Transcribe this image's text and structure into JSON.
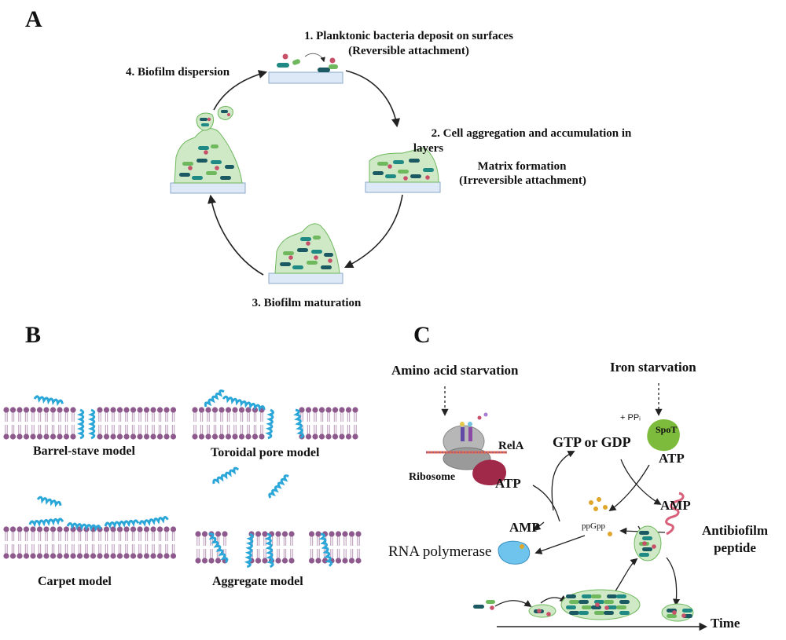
{
  "panels": {
    "a": "A",
    "b": "B",
    "c": "C"
  },
  "panel_a": {
    "step1_line1": "1. Planktonic bacteria deposit on surfaces",
    "step1_line2": "(Reversible attachment)",
    "step2_line1": "2. Cell aggregation and accumulation in",
    "step2_line2": "layers",
    "step2_line3": "Matrix formation",
    "step2_line4": "(Irreversible attachment)",
    "step3": "3. Biofilm maturation",
    "step4": "4. Biofilm dispersion"
  },
  "panel_b": {
    "barrel": "Barrel-stave model",
    "toroidal": "Toroidal pore model",
    "carpet": "Carpet model",
    "aggregate": "Aggregate model"
  },
  "panel_c": {
    "amino": "Amino acid starvation",
    "iron": "Iron starvation",
    "ribosome": "Ribosome",
    "rela": "RelA",
    "spot": "SpoT",
    "ppi": "+ PPᵢ",
    "gtp": "GTP or GDP",
    "atp_left": "ATP",
    "atp_right": "ATP",
    "amp_left": "AMP",
    "amp_right": "AMP",
    "ppgpp": "ppGpp",
    "rnapol": "RNA polymerase",
    "antibiofilm1": "Antibiofilm",
    "antibiofilm2": "peptide",
    "time": "Time"
  },
  "colors": {
    "teal": "#1f8a83",
    "dark_teal": "#1b5a63",
    "green": "#6fb85e",
    "pink": "#c8506a",
    "lipid_head": "#8e5a8e",
    "helix": "#2aa6d8",
    "surface": "#dde9f7",
    "matrix": "#cfe9c6"
  }
}
